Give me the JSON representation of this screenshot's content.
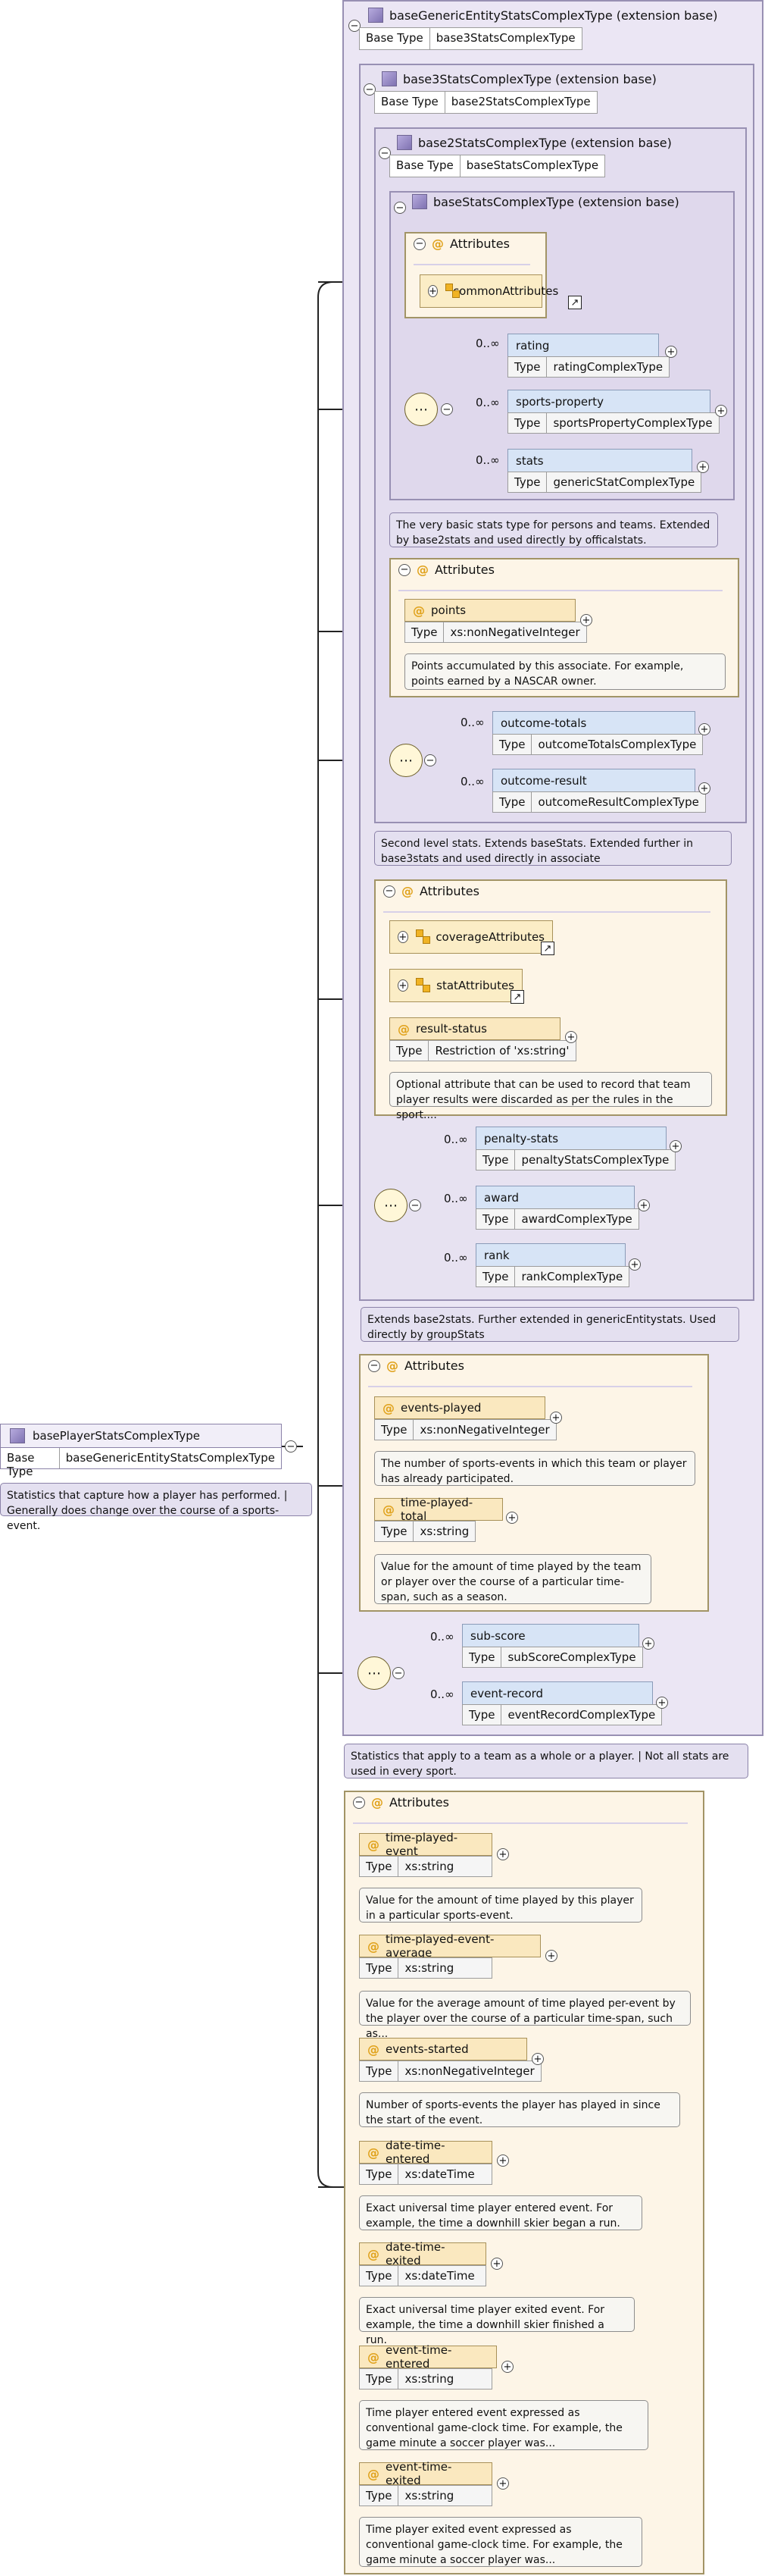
{
  "root": {
    "name": "basePlayerStatsComplexType",
    "base_label": "Base Type",
    "base_value": "baseGenericEntityStatsComplexType",
    "doc": "Statistics that capture how a player has performed. | Generally does change over the course of a sports-event."
  },
  "ext_generic": {
    "title": "baseGenericEntityStatsComplexType (extension base)",
    "base_label": "Base Type",
    "base_value": "base3StatsComplexType",
    "doc": "Statistics that apply to a team as a whole or a player. | Not all stats are used in every sport."
  },
  "ext3": {
    "title": "base3StatsComplexType (extension base)",
    "base_label": "Base Type",
    "base_value": "base2StatsComplexType",
    "doc": "Extends base2stats. Further extended in genericEntitystats. Used directly by groupStats"
  },
  "ext2": {
    "title": "base2StatsComplexType (extension base)",
    "base_label": "Base Type",
    "base_value": "baseStatsComplexType",
    "doc": "Second level stats. Extends baseStats. Extended further in base3stats and used directly in associate"
  },
  "ext1": {
    "title": "baseStatsComplexType (extension base)",
    "doc": "The very basic stats type for persons and teams. Extended by base2stats and used directly by officalstats."
  },
  "labels": {
    "attributes": "Attributes",
    "type": "Type",
    "at": "@",
    "seq_symbol": "⋯",
    "ref_arrow": "↗"
  },
  "ext1_attrs": {
    "group": "commonAttributes"
  },
  "ext1_seq": [
    {
      "mult": "0..∞",
      "name": "rating",
      "type": "ratingComplexType"
    },
    {
      "mult": "0..∞",
      "name": "sports-property",
      "type": "sportsPropertyComplexType"
    },
    {
      "mult": "0..∞",
      "name": "stats",
      "type": "genericStatComplexType"
    }
  ],
  "ext2_attrs": {
    "name": "points",
    "type": "xs:nonNegativeInteger",
    "doc": "Points accumulated by this associate. For example, points earned by a NASCAR owner."
  },
  "ext2_seq": [
    {
      "mult": "0..∞",
      "name": "outcome-totals",
      "type": "outcomeTotalsComplexType"
    },
    {
      "mult": "0..∞",
      "name": "outcome-result",
      "type": "outcomeResultComplexType"
    }
  ],
  "ext3_attrs": {
    "group1": "coverageAttributes",
    "group2": "statAttributes",
    "name": "result-status",
    "type": "Restriction of 'xs:string'",
    "doc": "Optional attribute that can be used to record that team player results were discarded as per the rules in the sport...."
  },
  "ext3_seq": [
    {
      "mult": "0..∞",
      "name": "penalty-stats",
      "type": "penaltyStatsComplexType"
    },
    {
      "mult": "0..∞",
      "name": "award",
      "type": "awardComplexType"
    },
    {
      "mult": "0..∞",
      "name": "rank",
      "type": "rankComplexType"
    }
  ],
  "gen_attrs": [
    {
      "name": "events-played",
      "type": "xs:nonNegativeInteger",
      "doc": "The number of sports-events in which this team or player has already participated."
    },
    {
      "name": "time-played-total",
      "type": "xs:string",
      "doc": "Value for the amount of time played by the team or player over the course of a particular time-span, such as a season."
    }
  ],
  "gen_seq": [
    {
      "mult": "0..∞",
      "name": "sub-score",
      "type": "subScoreComplexType"
    },
    {
      "mult": "0..∞",
      "name": "event-record",
      "type": "eventRecordComplexType"
    }
  ],
  "player_attrs": [
    {
      "name": "time-played-event",
      "type": "xs:string",
      "doc": "Value for the amount of time played by this player in a particular sports-event."
    },
    {
      "name": "time-played-event-average",
      "type": "xs:string",
      "doc": "Value for the average amount of time played per-event by the player over the course of a particular time-span, such as..."
    },
    {
      "name": "events-started",
      "type": "xs:nonNegativeInteger",
      "doc": "Number of sports-events the player has played in since the start of the event."
    },
    {
      "name": "date-time-entered",
      "type": "xs:dateTime",
      "doc": "Exact universal time player entered event. For example, the time a downhill skier began a run."
    },
    {
      "name": "date-time-exited",
      "type": "xs:dateTime",
      "doc": "Exact universal time player exited event. For example, the time a downhill skier finished a run."
    },
    {
      "name": "event-time-entered",
      "type": "xs:string",
      "doc": "Time player entered event expressed as conventional game-clock time. For example, the game minute a soccer player was..."
    },
    {
      "name": "event-time-exited",
      "type": "xs:string",
      "doc": "Time player exited event expressed as conventional game-clock time. For example, the game minute a soccer player was..."
    }
  ]
}
